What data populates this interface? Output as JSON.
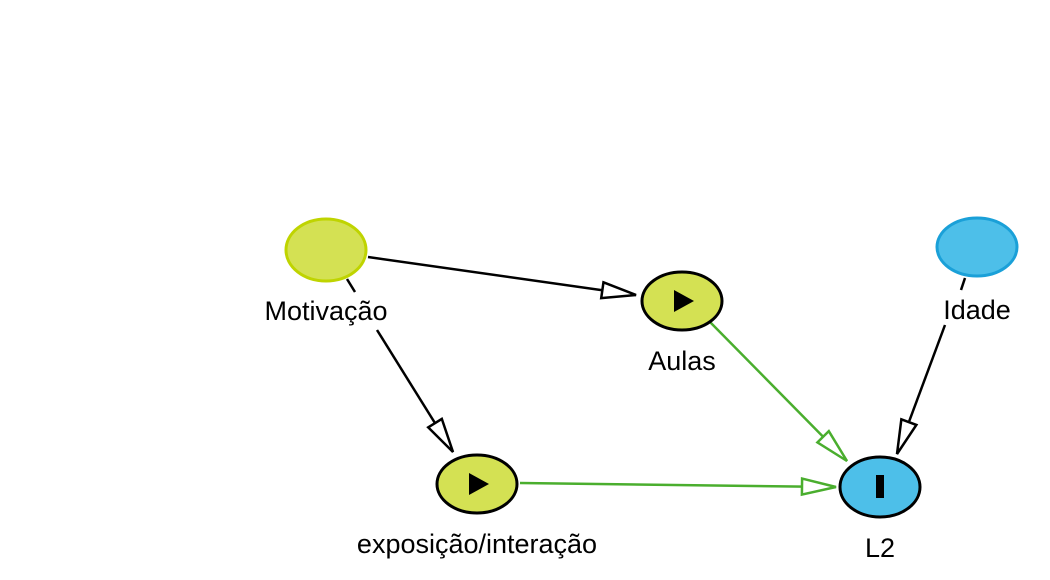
{
  "colors": {
    "exposure_fill": "#d4e153",
    "exposure_stroke": "#000000",
    "ancestor_fill": "#d4e153",
    "ancestor_stroke": "#bfd400",
    "outcome_fill": "#4dbfe9",
    "outcome_stroke": "#000000",
    "other_fill": "#4dbfe9",
    "other_stroke": "#1aa0d8",
    "causal_edge": "#4aae2e",
    "edge": "#000000"
  },
  "nodes": {
    "motivacao": {
      "label": "Motivação",
      "role": "ancestor"
    },
    "aulas": {
      "label": "Aulas",
      "role": "exposure",
      "icon": "play-icon"
    },
    "exposicao": {
      "label": "exposição/interação",
      "role": "exposure",
      "icon": "play-icon"
    },
    "l2": {
      "label": "L2",
      "role": "outcome",
      "icon": "outcome-bar-icon"
    },
    "idade": {
      "label": "Idade",
      "role": "ancestor-of-outcome"
    }
  },
  "edges": [
    {
      "from": "Motivação",
      "to": "Aulas",
      "type": "biasing"
    },
    {
      "from": "Motivação",
      "to": "exposição/interação",
      "type": "biasing"
    },
    {
      "from": "Aulas",
      "to": "L2",
      "type": "causal"
    },
    {
      "from": "exposição/interação",
      "to": "L2",
      "type": "causal"
    },
    {
      "from": "Idade",
      "to": "L2",
      "type": "biasing"
    }
  ]
}
